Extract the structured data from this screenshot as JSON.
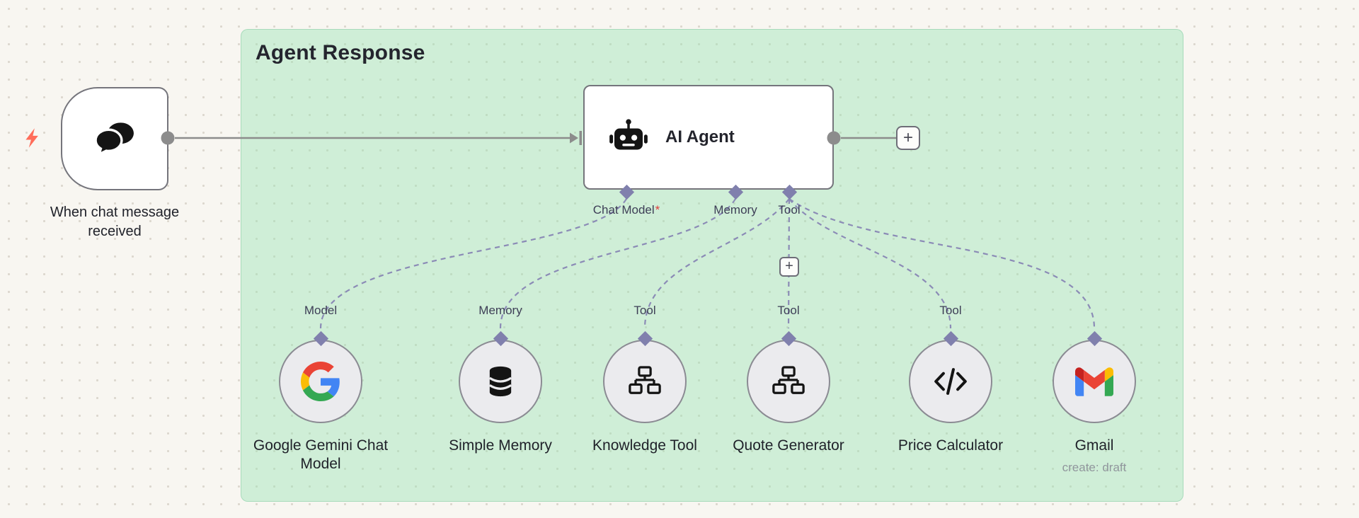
{
  "group": {
    "title": "Agent Response"
  },
  "trigger": {
    "label": "When chat message received",
    "icon": "chat-bubbles-icon",
    "badge_icon": "lightning-bolt-icon"
  },
  "agent": {
    "label": "AI Agent",
    "icon": "robot-icon",
    "ports": {
      "chat_model": {
        "label": "Chat Model",
        "required_marker": "*"
      },
      "memory": {
        "label": "Memory"
      },
      "tool": {
        "label": "Tool"
      }
    }
  },
  "buttons": {
    "add_next_node": "+",
    "add_tool": "+"
  },
  "subnodes": [
    {
      "port_label": "Model",
      "label": "Google Gemini Chat Model",
      "icon": "google-g-icon"
    },
    {
      "port_label": "Memory",
      "label": "Simple Memory",
      "icon": "database-icon"
    },
    {
      "port_label": "Tool",
      "label": "Knowledge Tool",
      "icon": "sitemap-icon"
    },
    {
      "port_label": "Tool",
      "label": "Quote Generator",
      "icon": "sitemap-icon"
    },
    {
      "port_label": "Tool",
      "label": "Price Calculator",
      "icon": "code-icon"
    },
    {
      "port_label": "",
      "label": "Gmail",
      "sublabel": "create: draft",
      "icon": "gmail-icon"
    }
  ],
  "colors": {
    "group_bg": "#d6f2e0",
    "canvas_bg": "#f8f6f1",
    "wire_gray": "#8c8c8c",
    "wire_slate": "#8b8bb6",
    "required_red": "#e03c3c",
    "trigger_accent": "#ff6d5a"
  }
}
